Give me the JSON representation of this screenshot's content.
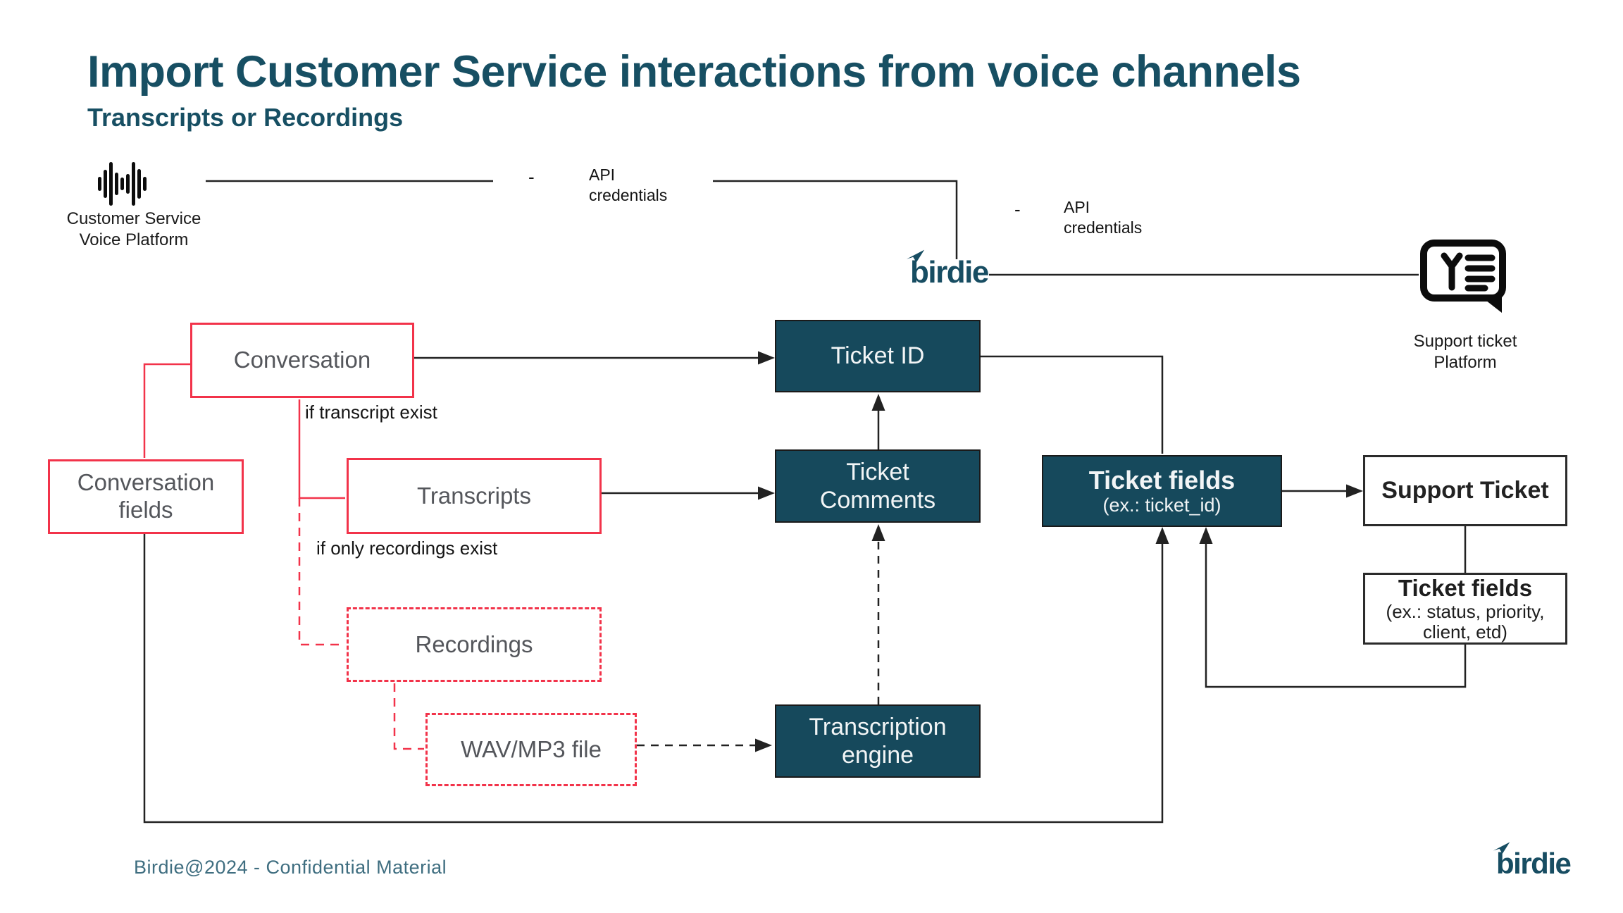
{
  "slide": {
    "title": "Import Customer Service interactions from voice channels",
    "subtitle": "Transcripts or Recordings",
    "footer": "Birdie@2024 - Confidential Material"
  },
  "colors": {
    "accent_teal": "#174F63",
    "teal_box_fill": "#16495C",
    "accent_red": "#F2334A",
    "line_black": "#222222"
  },
  "platforms": {
    "voice": {
      "icon": "audio-waveform-icon",
      "label": "Customer Service Voice Platform"
    },
    "support": {
      "icon": "support-ticket-icon",
      "label": "Support ticket Platform"
    }
  },
  "logos": {
    "birdie_mid": "birdie",
    "birdie_footer": "birdie"
  },
  "annotations": {
    "api_credentials_left": {
      "bullet": "-",
      "label": "API credentials"
    },
    "api_credentials_right": {
      "bullet": "-",
      "label": "API credentials"
    },
    "if_transcript": "if transcript exist",
    "if_recordings": "if only recordings exist"
  },
  "nodes": {
    "conversation": {
      "label": "Conversation"
    },
    "conversation_fields": {
      "label": "Conversation fields"
    },
    "transcripts": {
      "label": "Transcripts"
    },
    "recordings": {
      "label": "Recordings"
    },
    "wav_mp3": {
      "label": "WAV/MP3 file"
    },
    "ticket_id": {
      "label": "Ticket ID"
    },
    "ticket_comments": {
      "label": "Ticket Comments"
    },
    "transcription_engine": {
      "label": "Transcription engine"
    },
    "ticket_fields_birdie": {
      "title": "Ticket fields",
      "subtitle": "(ex.: ticket_id)"
    },
    "support_ticket": {
      "label": "Support Ticket"
    },
    "ticket_fields_support": {
      "title": "Ticket fields",
      "subtitle_lines": [
        "(ex.: status, priority,",
        "client, etd)"
      ]
    }
  }
}
